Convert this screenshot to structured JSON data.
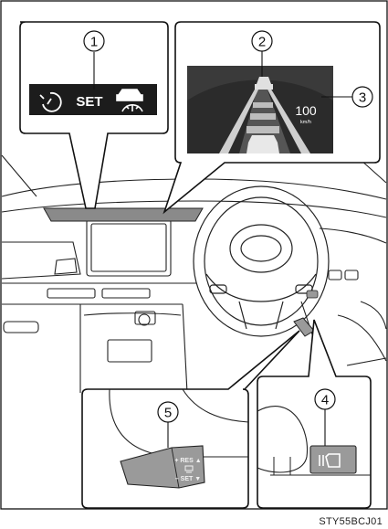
{
  "figure": {
    "code": "STY55BCJ01",
    "callouts": [
      "1",
      "2",
      "3",
      "4",
      "5"
    ]
  },
  "meter_panel": {
    "set_text": "SET",
    "icons": [
      "cruise-control-indicator-icon",
      "radar-cruise-control-indicator-icon"
    ]
  },
  "head_up_display": {
    "speed_value": "100",
    "speed_unit": "km/h",
    "icons": [
      "lead-vehicle-icon",
      "own-vehicle-icon"
    ]
  },
  "switches": {
    "lever_labels": [
      "+ RES ▲",
      "– SET ▼"
    ],
    "icons": [
      "vehicle-to-vehicle-distance-switch-icon"
    ]
  },
  "colors": {
    "outline": "#111111",
    "panel_dark": "#1c1c1c",
    "gray_fill": "#9a9a9a"
  }
}
